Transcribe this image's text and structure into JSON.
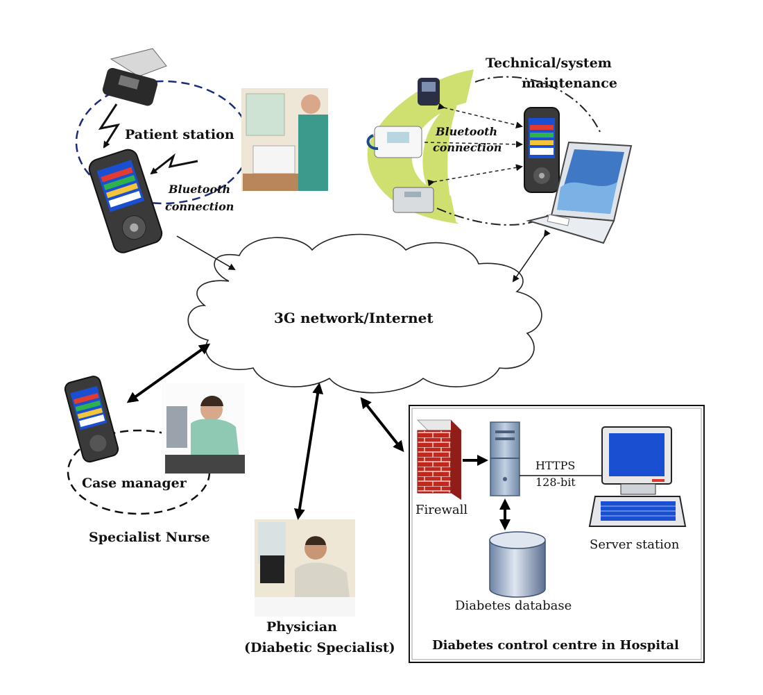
{
  "labels": {
    "patient_station": "Patient station",
    "bluetooth_left_1": "Bluetooth",
    "bluetooth_left_2": "connection",
    "tech_1": "Technical/system",
    "tech_2": "maintenance",
    "bluetooth_right_1": "Bluetooth",
    "bluetooth_right_2": "connection",
    "network": "3G network/Internet",
    "case_manager": "Case manager",
    "specialist_nurse": "Specialist Nurse",
    "physician_1": "Physician",
    "physician_2": "(Diabetic Specialist)",
    "firewall": "Firewall",
    "https_1": "HTTPS",
    "https_2": "128-bit",
    "server_station": "Server station",
    "diabetes_database": "Diabetes database",
    "hospital": "Diabetes control centre in Hospital"
  },
  "colors": {
    "accent_green": "#cfe070",
    "dashed_blue": "#1a2a7a",
    "firewall_red": "#c0281e",
    "server_blue": "#8fa9c7",
    "screen_blue": "#1a4fd1"
  },
  "icons": [
    "phone-icon",
    "glucose-meter-icon",
    "blood-pressure-monitor-icon",
    "weighing-scale-icon",
    "laptop-icon",
    "firewall-icon",
    "server-icon",
    "computer-icon",
    "database-icon",
    "cloud-icon"
  ]
}
